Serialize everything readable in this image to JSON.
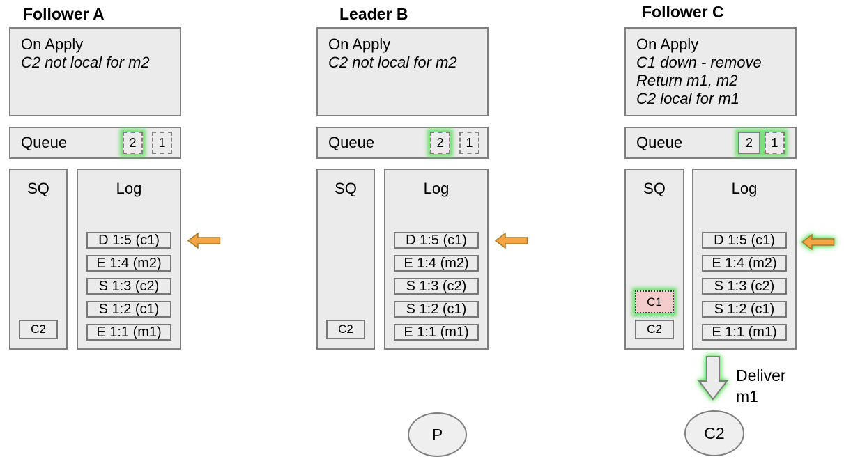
{
  "colors": {
    "box_fill": "#EBEBEB",
    "box_border": "#808080",
    "highlight_glow_green": "#5ADA5A",
    "arrow_orange_fill": "#F6A544",
    "arrow_orange_border": "#A87B2A",
    "removed_item_pink": "#F4CCCC"
  },
  "nodes": [
    {
      "id": "follower-a",
      "title": "Follower A",
      "on_apply": {
        "heading": "On Apply",
        "lines": [
          "C2 not local for m2"
        ]
      },
      "queue": {
        "label": "Queue",
        "items": [
          {
            "value": "2",
            "border": "dashed",
            "glow": true
          },
          {
            "value": "1",
            "border": "dashed",
            "glow": false
          }
        ]
      },
      "sq": {
        "label": "SQ",
        "items": [
          {
            "value": "C2",
            "removed": false
          }
        ]
      },
      "log": {
        "label": "Log",
        "entries": [
          "D 1:5 (c1)",
          "E 1:4 (m2)",
          "S 1:3 (c2)",
          "S 1:2 (c1)",
          "E 1:1 (m1)"
        ]
      },
      "apply_arrow": {
        "direction": "left",
        "glow": false
      }
    },
    {
      "id": "leader-b",
      "title": "Leader B",
      "on_apply": {
        "heading": "On Apply",
        "lines": [
          "C2 not local for m2"
        ]
      },
      "queue": {
        "label": "Queue",
        "items": [
          {
            "value": "2",
            "border": "dashed",
            "glow": true
          },
          {
            "value": "1",
            "border": "dashed",
            "glow": false
          }
        ]
      },
      "sq": {
        "label": "SQ",
        "items": [
          {
            "value": "C2",
            "removed": false
          }
        ]
      },
      "log": {
        "label": "Log",
        "entries": [
          "D 1:5 (c1)",
          "E 1:4 (m2)",
          "S 1:3 (c2)",
          "S 1:2 (c1)",
          "E 1:1 (m1)"
        ]
      },
      "apply_arrow": {
        "direction": "left",
        "glow": false
      },
      "client": {
        "label": "P"
      }
    },
    {
      "id": "follower-c",
      "title": "Follower C",
      "on_apply": {
        "heading": "On Apply",
        "lines": [
          "C1 down - remove",
          "Return m1, m2",
          "C2 local for m1"
        ]
      },
      "queue": {
        "label": "Queue",
        "items": [
          {
            "value": "2",
            "border": "solid",
            "glow": true
          },
          {
            "value": "1",
            "border": "dashed",
            "glow": true
          }
        ]
      },
      "sq": {
        "label": "SQ",
        "items": [
          {
            "value": "C1",
            "removed": true
          },
          {
            "value": "C2",
            "removed": false
          }
        ]
      },
      "log": {
        "label": "Log",
        "entries": [
          "D 1:5 (c1)",
          "E 1:4 (m2)",
          "S 1:3 (c2)",
          "S 1:2 (c1)",
          "E 1:1 (m1)"
        ]
      },
      "apply_arrow": {
        "direction": "left",
        "glow": true
      },
      "deliver": {
        "line1": "Deliver",
        "line2": "m1"
      },
      "client": {
        "label": "C2"
      }
    }
  ]
}
